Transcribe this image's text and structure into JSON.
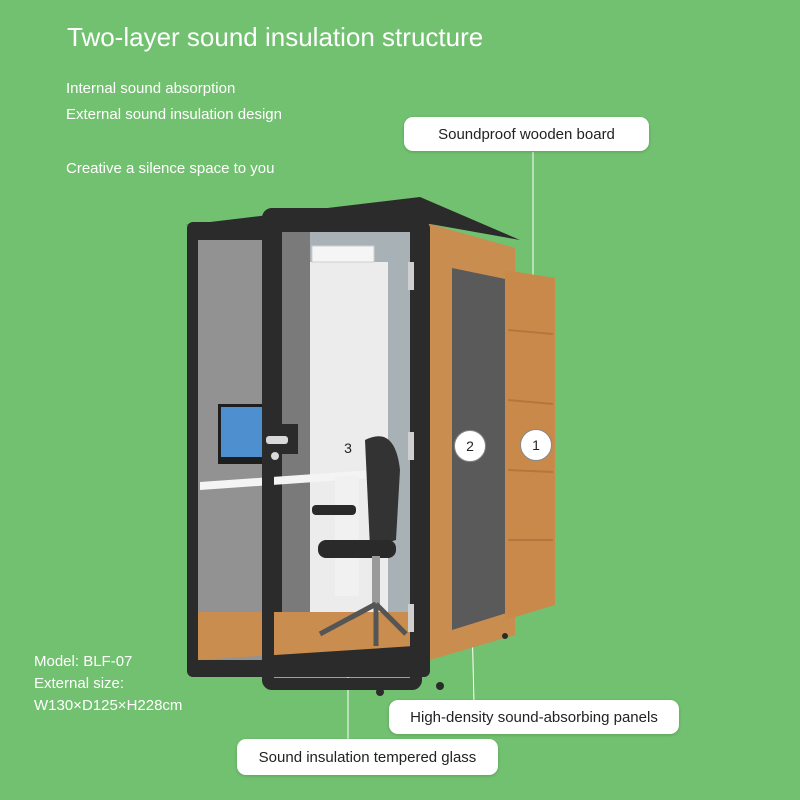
{
  "header": {
    "title": "Two-layer sound insulation structure",
    "lines": [
      "Internal sound absorption",
      "External sound insulation design",
      "Creative a silence space to you"
    ]
  },
  "model": {
    "line1": "Model: BLF-07",
    "line2": "External size:",
    "line3": "W130×D125×H228cm"
  },
  "callouts": {
    "board": "Soundproof wooden board",
    "panels": "High-density sound-absorbing panels",
    "glass": "Sound insulation tempered glass"
  },
  "markers": [
    "1",
    "2",
    "3"
  ],
  "colors": {
    "background": "#72c170",
    "frame": "#2b2b2b",
    "felt": "#6f6f6f",
    "wood": "#c98d4f"
  }
}
